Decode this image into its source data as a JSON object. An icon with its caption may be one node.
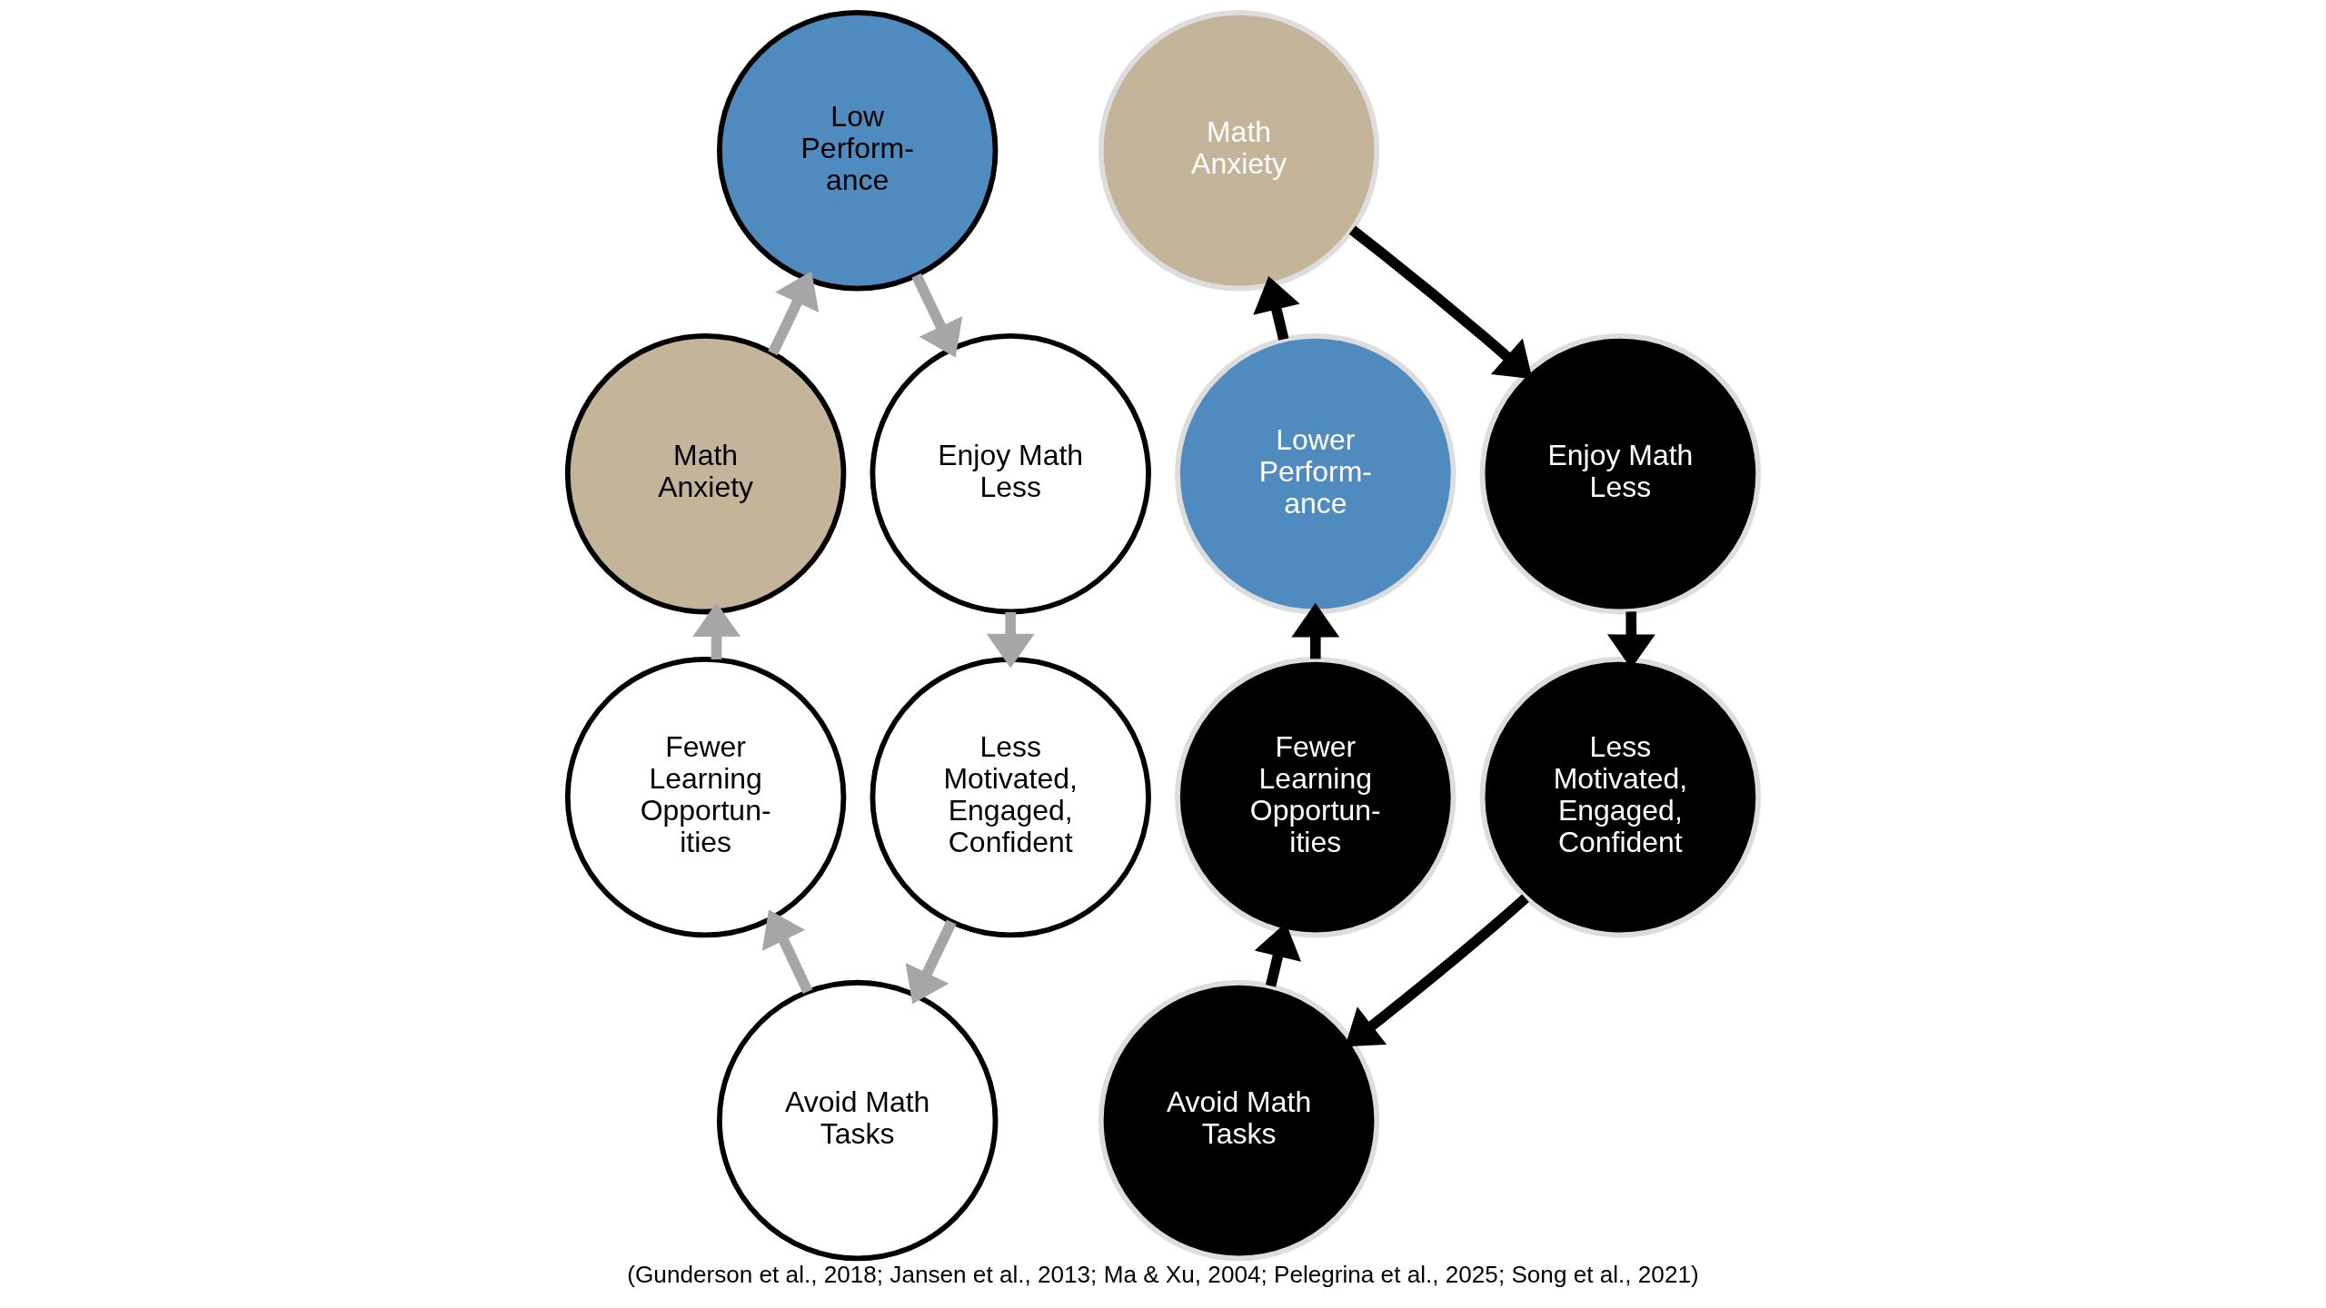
{
  "diagram": {
    "caption": "(Gunderson et al., 2018; Jansen et al., 2013; Ma & Xu, 2004; Pelegrina et al., 2025; Song et al., 2021)",
    "nodes": [
      {
        "text": [
          "Math Anxiety"
        ]
      },
      {
        "text": [
          "Low Perform- ance"
        ]
      },
      {
        "text": [
          "Enjoy Math Less"
        ]
      },
      {
        "text": [
          "Less Motivated, Engaged, Confident"
        ]
      },
      {
        "text": [
          "Avoid Math Tasks"
        ]
      },
      {
        "text": [
          "Fewer Learning Opportun- ities"
        ]
      },
      {
        "text": [
          "Lower Perform- ance"
        ]
      },
      {
        "text": [
          "Math Anxiety"
        ]
      },
      {
        "text": [
          "Enjoy Math Less"
        ]
      },
      {
        "text": [
          "Less Motivated, Engaged, Confident"
        ]
      },
      {
        "text": [
          "Avoid Math Tasks"
        ]
      },
      {
        "text": [
          "Fewer Learning Opportun- ities"
        ]
      }
    ],
    "edges": [
      {
        "from": 0,
        "to": 1,
        "arrow": "to",
        "color": "#a6a6a6"
      },
      {
        "from": 1,
        "to": 2,
        "arrow": "to",
        "color": "#a6a6a6"
      },
      {
        "from": 2,
        "to": 3,
        "arrow": "to",
        "color": "#a6a6a6"
      },
      {
        "from": 3,
        "to": 4,
        "arrow": "to",
        "color": "#a6a6a6"
      },
      {
        "from": 4,
        "to": 5,
        "arrow": "to",
        "color": "#a6a6a6"
      },
      {
        "from": 5,
        "to": 0,
        "arrow": "to",
        "color": "#a6a6a6"
      },
      {
        "from": 11,
        "to": 6,
        "arrow": "to",
        "color": "#000000"
      },
      {
        "from": 6,
        "to": 7,
        "arrow": "to",
        "color": "#000000"
      },
      {
        "from": 7,
        "to": 8,
        "arrow": "to",
        "color": "#000000"
      },
      {
        "from": 8,
        "to": 9,
        "arrow": "to",
        "color": "#000000"
      },
      {
        "from": 9,
        "to": 10,
        "arrow": "to",
        "color": "#000000"
      },
      {
        "from": 10,
        "to": 11,
        "arrow": "to",
        "color": "#000000"
      }
    ]
  }
}
